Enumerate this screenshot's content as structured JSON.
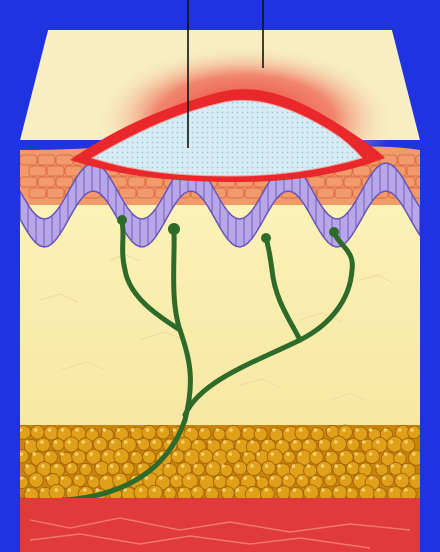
{
  "figure": {
    "kind": "skin cross-section illustration",
    "labels": [],
    "layers": [
      "blister",
      "inflamed-epidermis",
      "basal-layer",
      "dermis",
      "nerve-fibers",
      "fat-layer",
      "muscle-layer"
    ],
    "pointer_lines": 2,
    "nerve_endings": 4
  },
  "colors": {
    "background": "#1f33e0",
    "surface_top": "#f7eec2",
    "inflammation": "#e8282a",
    "blister_fill": "#d6ecf4",
    "epidermis": "#f29a6a",
    "basal_cells": "#b7a7e8",
    "basal_outline": "#6a55b8",
    "dermis": "#fbf2b7",
    "nerve": "#2e6b2a",
    "fat": "#e0a11a",
    "fat_dark": "#a8680a",
    "muscle": "#e03a3a"
  }
}
